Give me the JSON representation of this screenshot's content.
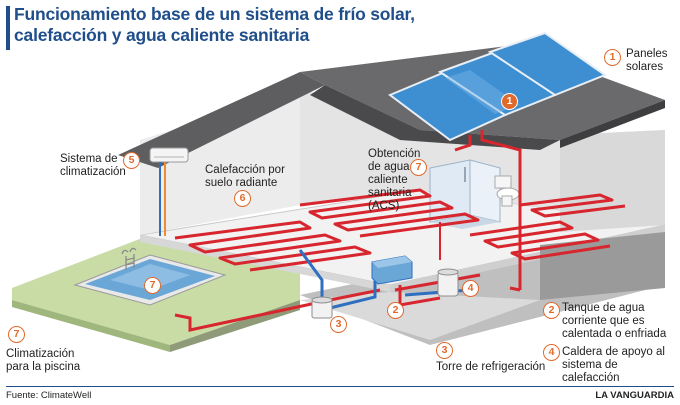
{
  "title_line1": "Funcionamiento base de un sistema de frío solar,",
  "title_line2": "calefacción y agua caliente sanitaria",
  "labels": {
    "paneles": "Paneles solares",
    "paneles_num": "1",
    "climatizacion": "Sistema de climatización",
    "climatizacion_num": "5",
    "calefaccion": "Calefacción por suelo radiante",
    "calefaccion_num": "6",
    "acs": "Obtención de agua caliente sanitaria (ACS)",
    "acs_num": "7",
    "piscina": "Climatización para la piscina",
    "piscina_num": "7",
    "torre": "Torre de refrigeración",
    "torre_num": "3",
    "tanque": "Tanque de agua corriente que es calentada o enfriada",
    "tanque_num": "2",
    "caldera": "Caldera de apoyo al sistema de calefacción",
    "caldera_num": "4"
  },
  "diagram_badges": {
    "panel": "1",
    "tank": "2",
    "tower": "3",
    "boiler": "4",
    "aircon": "5",
    "floor": "6",
    "acs": "7",
    "pool": "7"
  },
  "footer": {
    "source": "Fuente: ClimateWell",
    "credit": "LA VANGUARDIA"
  },
  "colors": {
    "title": "#1f4e8a",
    "accent": "#e06a2c",
    "hot_pipe": "#d7262e",
    "cold_pipe": "#2f6fc0",
    "roof": "#5e5e60",
    "wall": "#e7e7e7",
    "panel": "#3d8fd1",
    "lawn": "#c9dca6",
    "pool": "#6aa7d7"
  }
}
